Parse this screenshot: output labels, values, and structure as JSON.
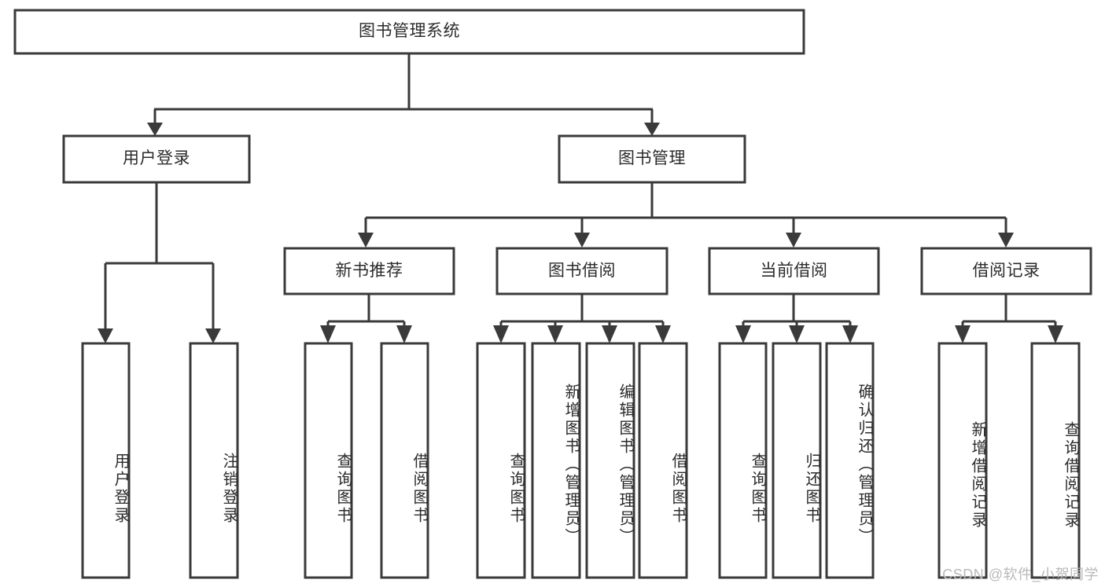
{
  "diagram": {
    "title": "图书管理系统",
    "type": "tree-hierarchy-diagram",
    "colors": {
      "box_stroke": "#3a3a3a",
      "box_fill": "#ffffff",
      "text": "#2b2b2b",
      "background": "#ffffff",
      "watermark": "#b9b9b9"
    },
    "root": {
      "label": "图书管理系统"
    },
    "level2": [
      {
        "label": "用户登录"
      },
      {
        "label": "图书管理"
      }
    ],
    "level3": [
      {
        "label": "新书推荐"
      },
      {
        "label": "图书借阅"
      },
      {
        "label": "当前借阅"
      },
      {
        "label": "借阅记录"
      }
    ],
    "leaves": {
      "user_login": [
        {
          "label": "用户登录"
        },
        {
          "label": "注销登录"
        }
      ],
      "new_book_recommend": [
        {
          "label": "查询图书"
        },
        {
          "label": "借阅图书"
        }
      ],
      "book_borrow": [
        {
          "label": "查询图书"
        },
        {
          "label": "新增图书（管理员）"
        },
        {
          "label": "编辑图书（管理员）"
        },
        {
          "label": "借阅图书"
        }
      ],
      "current_borrow": [
        {
          "label": "查询图书"
        },
        {
          "label": "归还图书"
        },
        {
          "label": "确认归还（管理员）"
        }
      ],
      "borrow_record": [
        {
          "label": "新增借阅记录"
        },
        {
          "label": "查询借阅记录"
        }
      ]
    }
  },
  "watermark": {
    "text": "CSDN @软件_小贺同学"
  }
}
